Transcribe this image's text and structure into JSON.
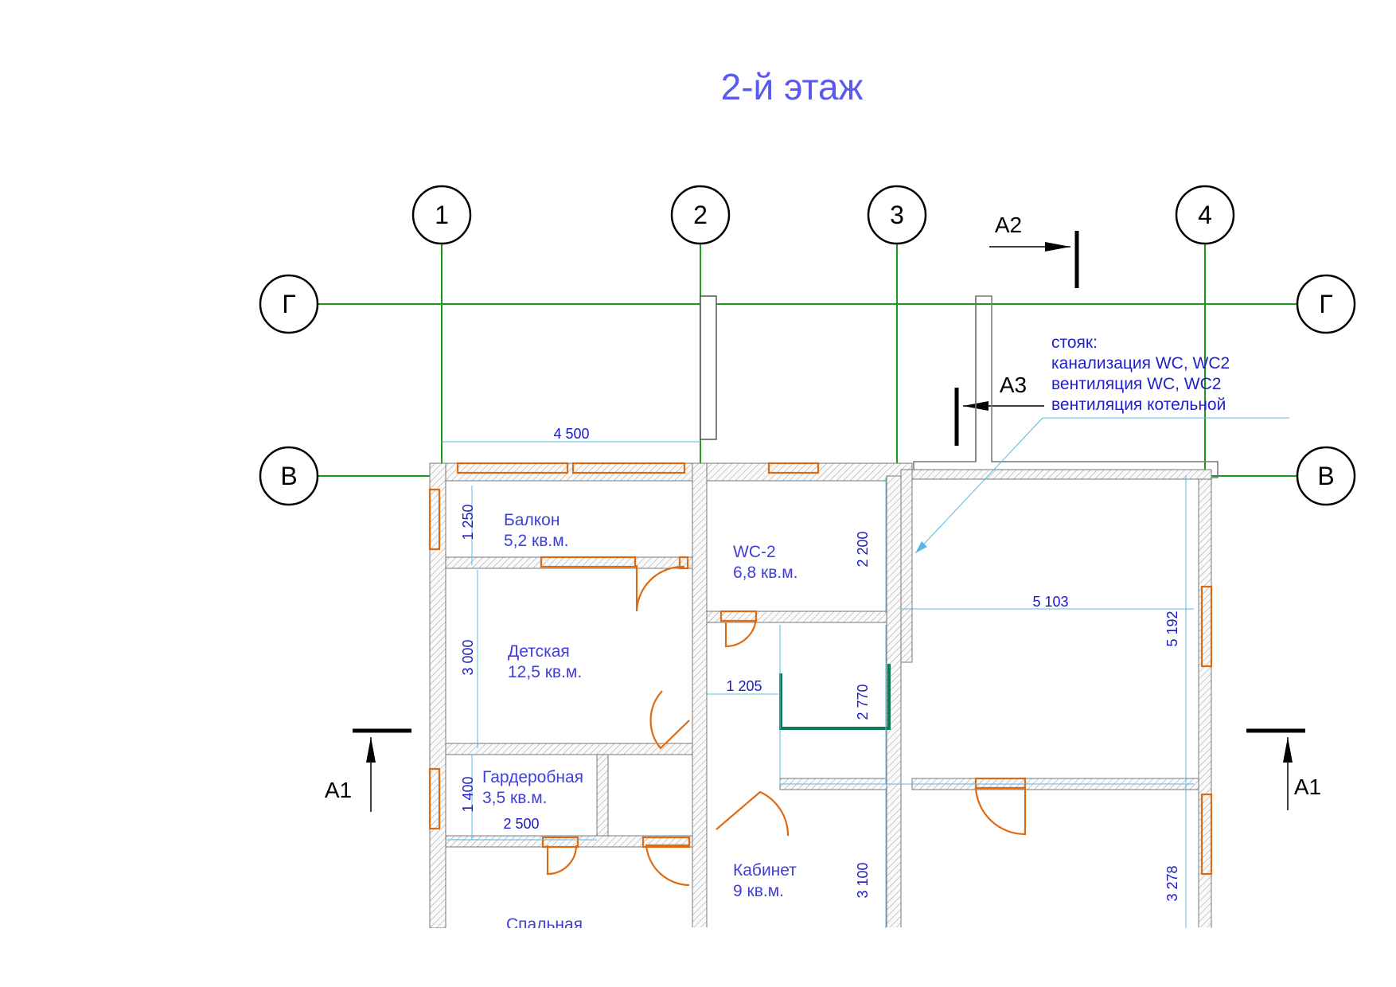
{
  "title": "2-й этаж",
  "axes": {
    "vertical": [
      "1",
      "2",
      "3",
      "4"
    ],
    "horizontal": [
      "Г",
      "Г",
      "В",
      "В"
    ]
  },
  "sections": {
    "a1_left": "A1",
    "a1_right": "A1",
    "a2": "A2",
    "a3": "A3"
  },
  "riser_note": {
    "line1": "стояк:",
    "line2": "канализация WC, WC2",
    "line3": "вентиляция WC, WC2",
    "line4": "вентиляция котельной"
  },
  "rooms": {
    "balcony": {
      "name": "Балкон",
      "area": "5,2 кв.м."
    },
    "wc2": {
      "name": "WC-2",
      "area": "6,8 кв.м."
    },
    "kids": {
      "name": "Детская",
      "area": "12,5 кв.м."
    },
    "wardrobe": {
      "name": "Гардеробная",
      "area": "3,5 кв.м."
    },
    "study": {
      "name": "Кабинет",
      "area": "9 кв.м."
    },
    "bedroom": {
      "name": "Спальная"
    }
  },
  "dimensions": {
    "d4500": "4 500",
    "d1250": "1 250",
    "d2200": "2 200",
    "d5103": "5 103",
    "d5192": "5 192",
    "d3000": "3 000",
    "d1205": "1 205",
    "d2770": "2 770",
    "d1400": "1 400",
    "d2500": "2 500",
    "d3100": "3 100",
    "d3278": "3 278"
  },
  "colors": {
    "grid": "#1c9a1c",
    "openings": "#e06a10",
    "dimensions": "#55b8e6",
    "text": "#3f3fd8"
  }
}
